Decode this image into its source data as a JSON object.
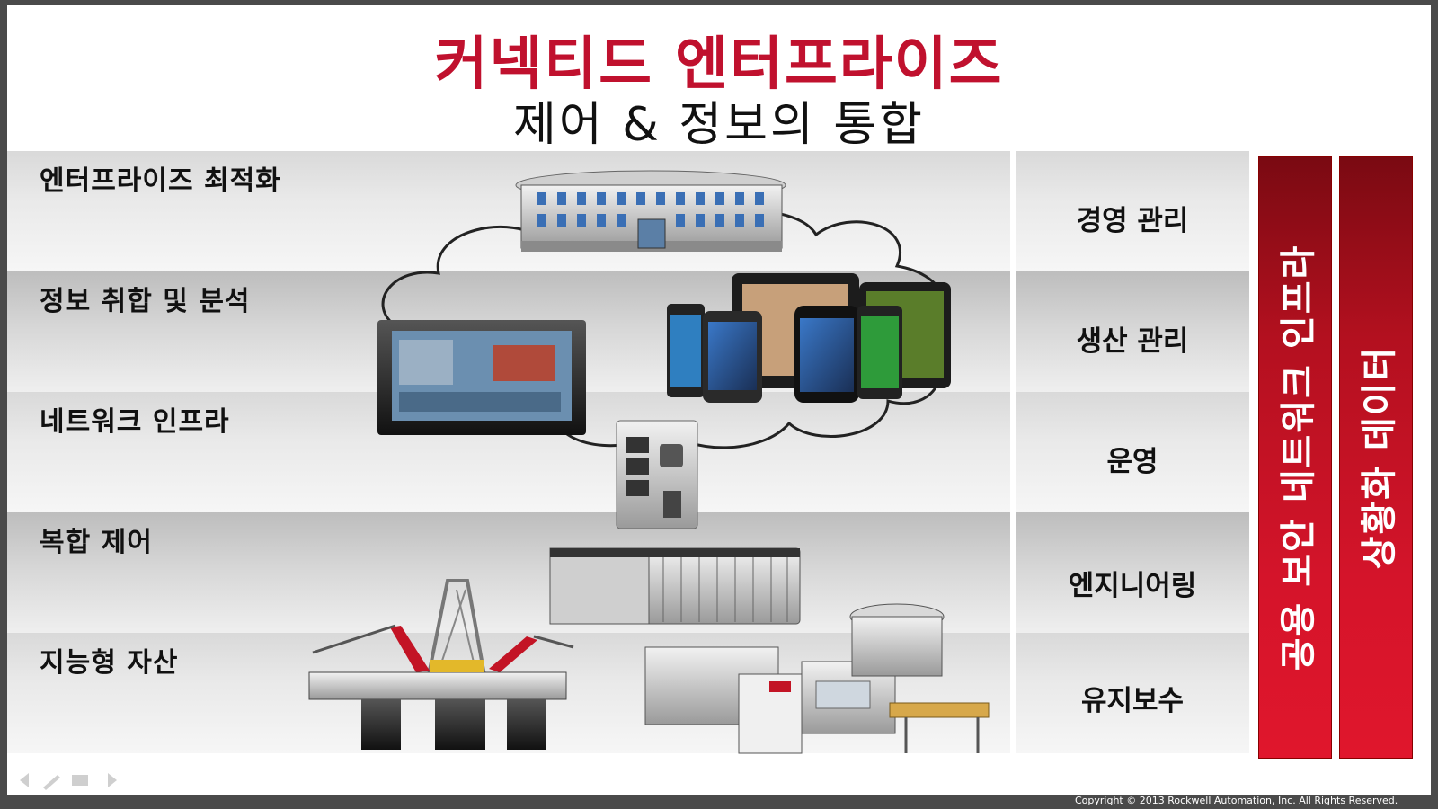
{
  "slide": {
    "title": "커넥티드 엔터프라이즈",
    "subtitle": "제어 & 정보의 통합",
    "layers": [
      {
        "label": "엔터프라이즈 최적화",
        "role": "경영 관리"
      },
      {
        "label": "정보 취합  및  분석",
        "role": "생산 관리"
      },
      {
        "label": "네트워크 인프라",
        "role": "운영"
      },
      {
        "label": "복합 제어",
        "role": "엔지니어링"
      },
      {
        "label": "지능형 자산",
        "role": "유지보수"
      }
    ],
    "bars": [
      {
        "text": "공용 보안 네트워크 인프라"
      },
      {
        "text": "상황화 데이터"
      }
    ],
    "copyright": "Copyright  © 2013 Rockwell  Automation,  Inc.  All  Rights  Reserved.",
    "colors": {
      "accent": "#c0112e",
      "bar": "#d4142a"
    },
    "icons": [
      "office-building-icon",
      "cloud-icon",
      "hmi-panel-icon",
      "mobile-devices-icon",
      "network-switch-icon",
      "plc-rack-icon",
      "oil-rig-icon",
      "process-machine-icon"
    ]
  }
}
